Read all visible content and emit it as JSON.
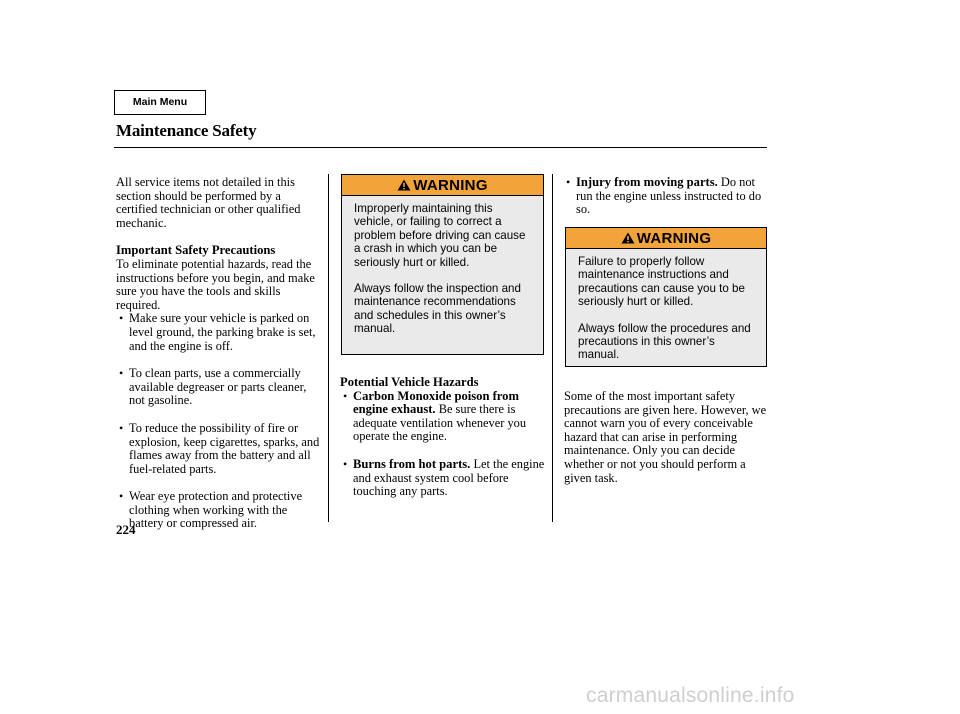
{
  "nav": {
    "main_menu": "Main Menu"
  },
  "header": {
    "title": "Maintenance Safety"
  },
  "left_column": {
    "intro": "All service items not detailed in this section should be performed by a certified technician or other qualified mechanic.",
    "heading": "Important Safety Precautions",
    "paragraph": "To eliminate potential hazards, read the instructions before you begin, and make sure you have the tools and skills required.",
    "bullets": [
      "Make sure your vehicle is parked on level ground, the parking brake is set, and the engine is off.",
      "To clean parts, use a commercially available degreaser or parts cleaner, not gasoline.",
      "To reduce the possibility of fire or explosion, keep cigarettes, sparks, and flames away from the battery and all fuel-related parts.",
      "Wear eye protection and protective clothing when working with the battery or compressed air."
    ]
  },
  "middle_column": {
    "warning": {
      "label": "WARNING",
      "p1": "Improperly maintaining this vehicle, or failing to correct a problem before driving can cause a crash in which you can be seriously hurt or killed.",
      "p2": "Always follow the inspection and maintenance recommendations and schedules in this owner’s manual."
    },
    "heading": "Potential Vehicle Hazards",
    "items": [
      {
        "bold": "Carbon Monoxide poison from engine exhaust.",
        "text": "Be sure there is adequate ventilation whenever you operate the engine."
      },
      {
        "bold": "Burns from hot parts.",
        "text": "Let the engine and exhaust system cool before touching any parts."
      }
    ]
  },
  "right_column": {
    "item": {
      "bold": "Injury from moving parts.",
      "text": "Do not run the engine unless instructed to do so."
    },
    "warning": {
      "label": "WARNING",
      "p1": "Failure to properly follow maintenance instructions and precautions can cause you to be seriously hurt or killed.",
      "p2": "Always follow the procedures and precautions in this owner’s manual."
    },
    "paragraph": "Some of the most important safety precautions are given here. However, we cannot warn you of every conceivable hazard that can arise in performing maintenance. Only you can decide whether or not you should perform a given task."
  },
  "footer": {
    "page_number": "224",
    "watermark": "carmanualsonline.info"
  },
  "colors": {
    "warning_header": "#f2a33a",
    "warning_body": "#eaeaea"
  }
}
